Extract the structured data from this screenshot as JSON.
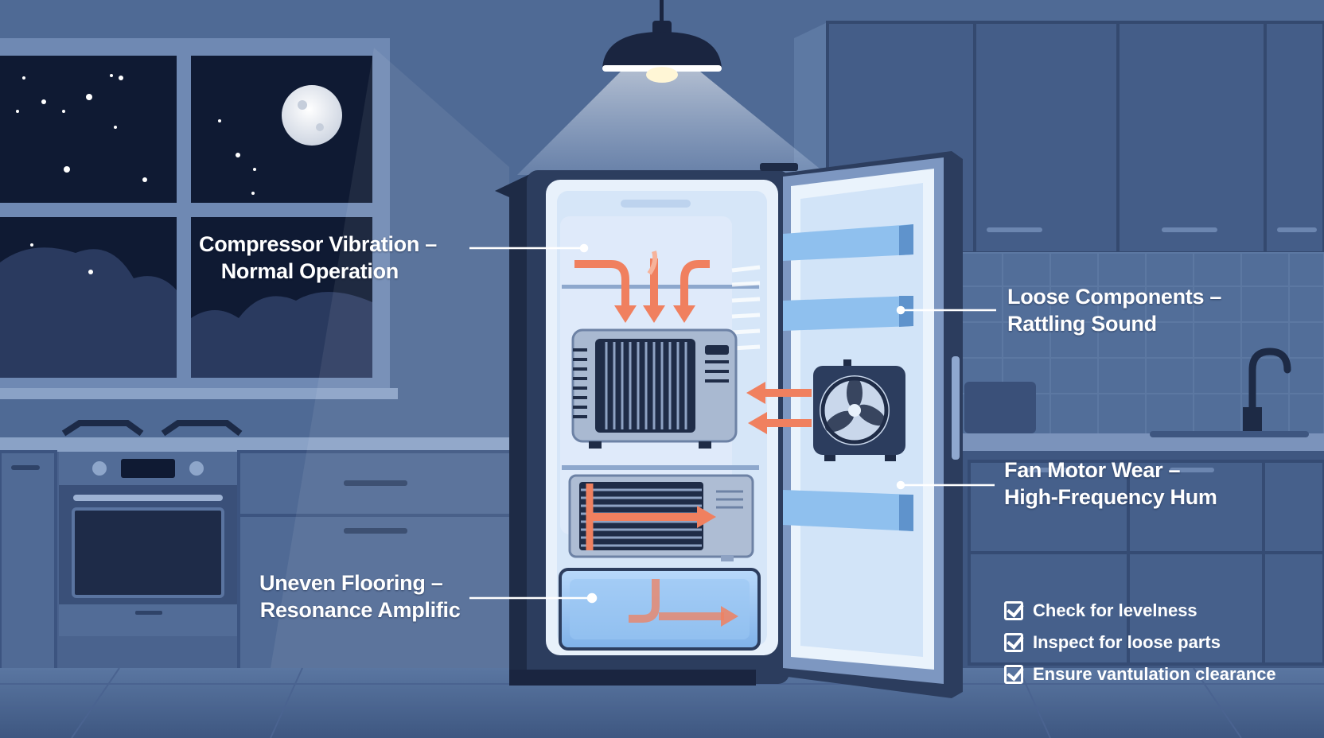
{
  "callouts": {
    "compressor": {
      "line1": "Compressor Vibration –",
      "line2": "Normal Operation"
    },
    "loose": {
      "line1": "Loose Components –",
      "line2": "Rattling Sound"
    },
    "fan": {
      "line1": "Fan Motor Wear –",
      "line2": "High-Frequency Hum"
    },
    "flooring": {
      "line1": "Uneven Flooring –",
      "line2": "Resonance Amplific"
    }
  },
  "checklist": [
    {
      "label": "Check for levelness",
      "checked": true
    },
    {
      "label": "Inspect for loose parts",
      "checked": true
    },
    {
      "label": "Ensure vantulation clearance",
      "checked": true
    }
  ],
  "colors": {
    "wall": "#4f6a95",
    "night_sky": "#0f1a33",
    "fridge_body": "#2c3d5e",
    "fridge_interior": "#e8f1fb",
    "airflow_arrow": "#f0805f",
    "shelf_blue": "#8fc0ee"
  },
  "icons": [
    "pendant-lamp-icon",
    "moon-icon",
    "fan-icon",
    "checkbox-icon",
    "airflow-arrow-icon"
  ]
}
